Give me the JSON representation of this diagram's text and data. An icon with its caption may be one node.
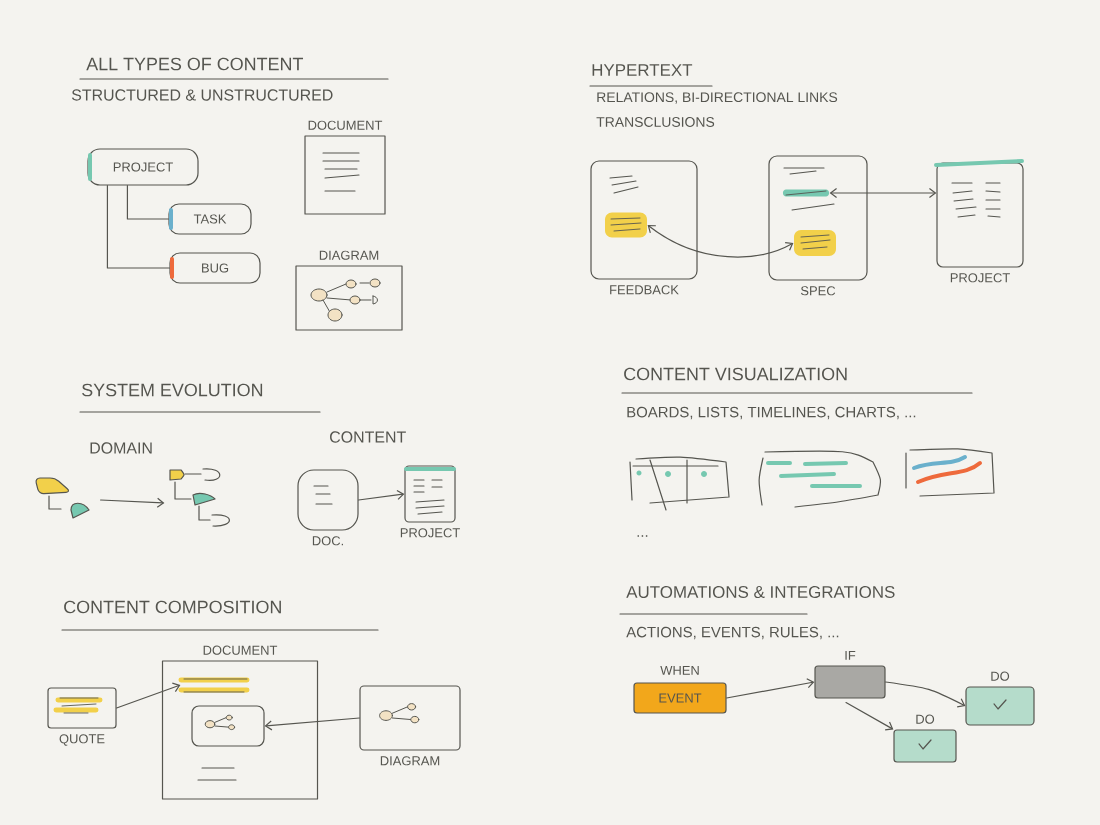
{
  "diagram": {
    "nodes": [
      {
        "text": [
          "PROJECT"
        ]
      },
      {
        "text": [
          "TASK"
        ]
      },
      {
        "text": [
          "BUG"
        ]
      },
      {
        "text": [
          "DOCUMENT"
        ]
      },
      {
        "text": [
          "DIAGRAM"
        ]
      },
      {
        "text": [
          "FEEDBACK"
        ]
      },
      {
        "text": [],
        "shape": "box",
        "in": 5
      },
      {
        "text": [
          "SPEC"
        ]
      },
      {
        "text": [],
        "shape": "box",
        "in": 7
      },
      {
        "text": [],
        "shape": "bar",
        "in": 7
      },
      {
        "text": [
          "PROJECT"
        ]
      },
      {
        "text": [],
        "shape": "picture"
      },
      {
        "text": [],
        "shape": "picture"
      },
      {
        "text": [
          "DOC."
        ]
      },
      {
        "text": [
          "PROJECT"
        ]
      },
      {
        "text": [
          "QUOTE"
        ]
      },
      {
        "text": [
          "DOCUMENT"
        ]
      },
      {
        "text": [],
        "shape": "box",
        "in": 16
      },
      {
        "text": [],
        "shape": "box",
        "in": 16
      },
      {
        "text": [
          "DIAGRAM"
        ]
      },
      {
        "text": [
          "WHEN",
          "EVENT"
        ]
      },
      {
        "text": [
          "IF"
        ]
      },
      {
        "text": [
          "DO"
        ]
      },
      {
        "text": [
          "DO"
        ]
      }
    ],
    "edges": [
      {
        "from": 0,
        "to": 1,
        "arrow": "none"
      },
      {
        "from": 0,
        "to": 2,
        "arrow": "none"
      },
      {
        "from": 6,
        "to": 8,
        "arrow": "both"
      },
      {
        "from": 9,
        "to": 10,
        "arrow": "both"
      },
      {
        "from": 11,
        "to": 12,
        "arrow": "to"
      },
      {
        "from": 13,
        "to": 14,
        "arrow": "to"
      },
      {
        "from": 15,
        "to": 17,
        "arrow": "to"
      },
      {
        "from": 19,
        "to": 18,
        "arrow": "to"
      },
      {
        "from": 20,
        "to": 21,
        "arrow": "to"
      },
      {
        "from": 21,
        "to": 22,
        "arrow": "to"
      },
      {
        "from": 21,
        "to": 23,
        "arrow": "to"
      }
    ],
    "labels": [
      "ALL TYPES OF CONTENT",
      "STRUCTURED & UNSTRUCTURED",
      "HYPERTEXT",
      "RELATIONS, BI-DIRECTIONAL LINKS",
      "TRANSCLUSIONS",
      "SYSTEM EVOLUTION",
      "DOMAIN",
      "CONTENT",
      "CONTENT VISUALIZATION",
      "BOARDS, LISTS, TIMELINES, CHARTS, ...",
      "...",
      "CONTENT COMPOSITION",
      "AUTOMATIONS & INTEGRATIONS",
      "ACTIONS, EVENTS, RULES, ..."
    ]
  }
}
